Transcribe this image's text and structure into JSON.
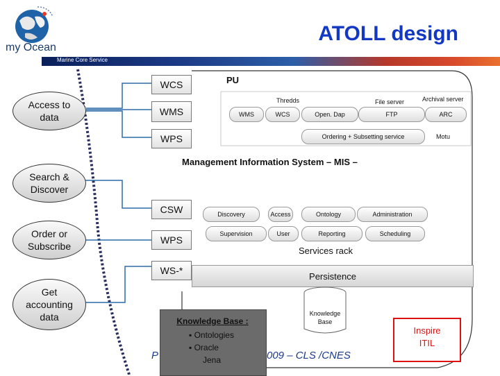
{
  "header": {
    "logo_text": "my Ocean",
    "title": "ATOLL design",
    "banner_text": "Marine Core Service"
  },
  "clients": [
    {
      "label": "Access to data"
    },
    {
      "label": "Search & Discover"
    },
    {
      "label": "Order or Subscribe"
    },
    {
      "label": "Get accounting data"
    }
  ],
  "services": {
    "wcs": "WCS",
    "wms": "WMS",
    "wps1": "WPS",
    "csw": "CSW",
    "wps2": "WPS",
    "ws": "WS-*"
  },
  "pu": {
    "label": "PU",
    "thredds": "Thredds",
    "file_server": "File server",
    "archival_server": "Archival server",
    "wms": "WMS",
    "wcs": "WCS",
    "opendap": "Open. Dap",
    "ftp": "FTP",
    "arc": "ARC",
    "ordering": "Ordering + Subsetting service",
    "motu": "Motu"
  },
  "mis": {
    "title": "Management Information System – MIS –",
    "discovery": "Discovery",
    "access": "Access",
    "ontology": "Ontology",
    "administration": "Administration",
    "supervision": "Supervision",
    "user": "User",
    "reporting": "Reporting",
    "scheduling": "Scheduling",
    "services_rack": "Services rack",
    "persistence": "Persistence",
    "knowledge_base": "Knowledge Base"
  },
  "knowledge_box": {
    "title": "Knowledge Base :",
    "items": [
      "Ontologies",
      "Oracle",
      "Jena"
    ]
  },
  "inspire": {
    "line1": "Inspire",
    "line2": "ITIL"
  },
  "footer": {
    "left": "P",
    "right": "009 – CLS /CNES"
  },
  "colors": {
    "title": "#1238c4",
    "inspire": "#dd1111",
    "footer": "#1a3a8e"
  }
}
